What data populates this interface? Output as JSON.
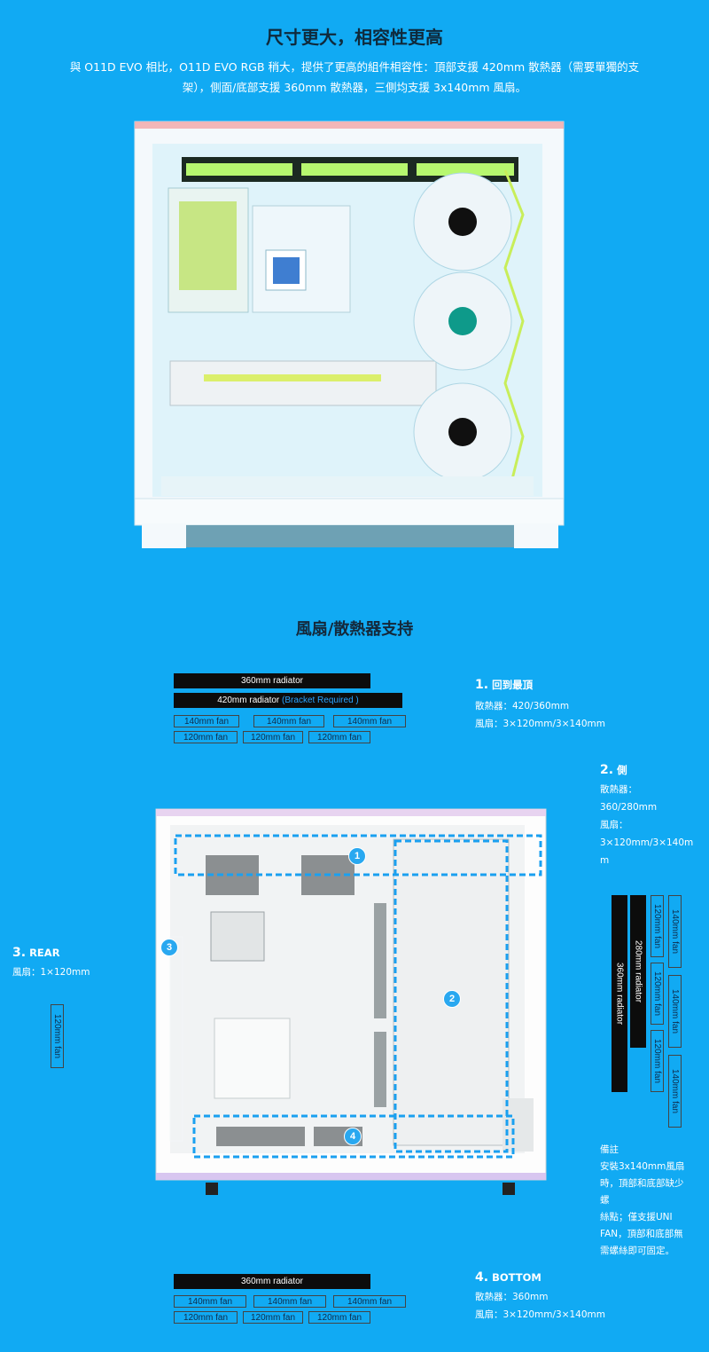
{
  "header": {
    "title": "尺寸更大，相容性更高",
    "intro_line1": "與 O11D EVO 相比，O11D EVO RGB 稍大，提供了更高的組件相容性：頂部支援 420mm 散熱器（需要單獨的支",
    "intro_line2": "架），側面/底部支援 360mm 散熱器，三側均支援 3x140mm 風扇。"
  },
  "support_title": "風扇/散熱器支持",
  "top_diagram": {
    "rad360": "360mm radiator",
    "rad420": "420mm radiator",
    "bracket": "(Bracket Required )",
    "fans140": [
      "140mm fan",
      "140mm fan",
      "140mm fan"
    ],
    "fans120": [
      "120mm fan",
      "120mm fan",
      "120mm fan"
    ]
  },
  "sections": {
    "top": {
      "num": "1.",
      "title": "回到最頂",
      "radiator": "散熱器：420/360mm",
      "fans": "風扇：3×120mm/3×140mm"
    },
    "side": {
      "num": "2.",
      "title": "側",
      "l1": "散熱器：",
      "l2": "360/280mm",
      "l3": "風扇：",
      "l4": "3×120mm/3×140m",
      "l5": "m"
    },
    "rear": {
      "num": "3.",
      "title": "REAR",
      "fans": "風扇：1×120mm"
    },
    "bottom": {
      "num": "4.",
      "title": "BOTTOM",
      "radiator": "散熱器：360mm",
      "fans": "風扇：3×120mm/3×140mm"
    }
  },
  "side_diagram": {
    "rad360": "360mm radiator",
    "rad280": "280mm radiator",
    "fans120": [
      "120mm fan",
      "120mm fan",
      "120mm fan"
    ],
    "fans140": [
      "140mm fan",
      "140mm fan",
      "140mm fan"
    ]
  },
  "rear_fan": "120mm fan",
  "note": [
    "備註",
    "安裝3x140mm風扇",
    "時，頂部和底部缺少螺",
    "絲點；僅支援UNI",
    "FAN，頂部和底部無",
    "需螺絲即可固定。"
  ],
  "bottom_diagram": {
    "rad360": "360mm radiator",
    "fans140": [
      "140mm fan",
      "140mm fan",
      "140mm fan"
    ],
    "fans120": [
      "120mm fan",
      "120mm fan",
      "120mm fan"
    ]
  },
  "markers": [
    "1",
    "2",
    "3",
    "4"
  ],
  "colors": {
    "background": "#11aaf3",
    "dark_bar": "#0c0c0c",
    "dash": "#1aa0f0"
  }
}
